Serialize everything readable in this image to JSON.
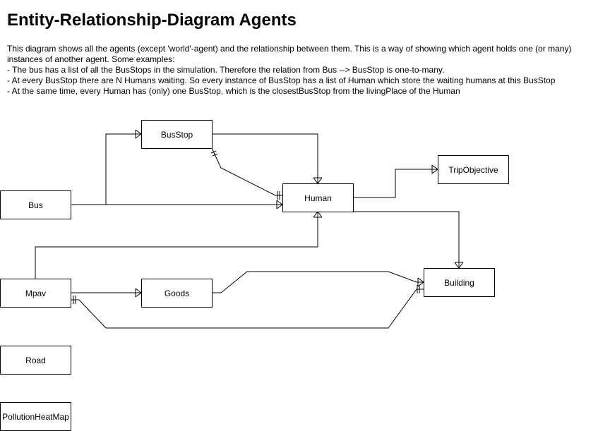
{
  "page": {
    "title": "Entity-Relationship-Diagram Agents",
    "description": [
      "This diagram shows all the agents (except 'world'-agent) and the relationship between them. This is a way of showing which agent holds one (or many) instances of another agent. Some examples:",
      "- The bus has a list of all the BusStops in the simulation. Therefore the relation from Bus --> BusStop is one-to-many.",
      "- At every BusStop there are N Humans waiting. So every instance of BusStop has a list of Human which store the waiting humans at this BusStop",
      "- At the same time, every Human has (only) one BusStop, which is the closestBusStop from the livingPlace of the Human"
    ]
  },
  "entities": {
    "busstop": "BusStop",
    "tripobjective": "TripObjective",
    "bus": "Bus",
    "human": "Human",
    "mpav": "Mpav",
    "goods": "Goods",
    "building": "Building",
    "road": "Road",
    "pollutionheatmap": "PollutionHeatMap"
  },
  "relationships": [
    {
      "from": "Bus",
      "to": "BusStop",
      "cardinality": "one-to-many"
    },
    {
      "from": "Bus",
      "to": "Human",
      "cardinality": "one-to-many"
    },
    {
      "from": "BusStop",
      "to": "Human",
      "cardinality": "one-to-many"
    },
    {
      "from": "Human",
      "to": "BusStop",
      "cardinality": "one"
    },
    {
      "from": "Human",
      "to": "TripObjective",
      "cardinality": "one-to-many"
    },
    {
      "from": "Human",
      "to": "Building",
      "cardinality": "one-to-many"
    },
    {
      "from": "Mpav",
      "to": "Human",
      "cardinality": "one-to-many"
    },
    {
      "from": "Mpav",
      "to": "Goods",
      "cardinality": "one-to-many"
    },
    {
      "from": "Goods",
      "to": "Building",
      "cardinality": "one-to-many"
    },
    {
      "from": "Building",
      "to": "Mpav",
      "cardinality": "one"
    }
  ]
}
